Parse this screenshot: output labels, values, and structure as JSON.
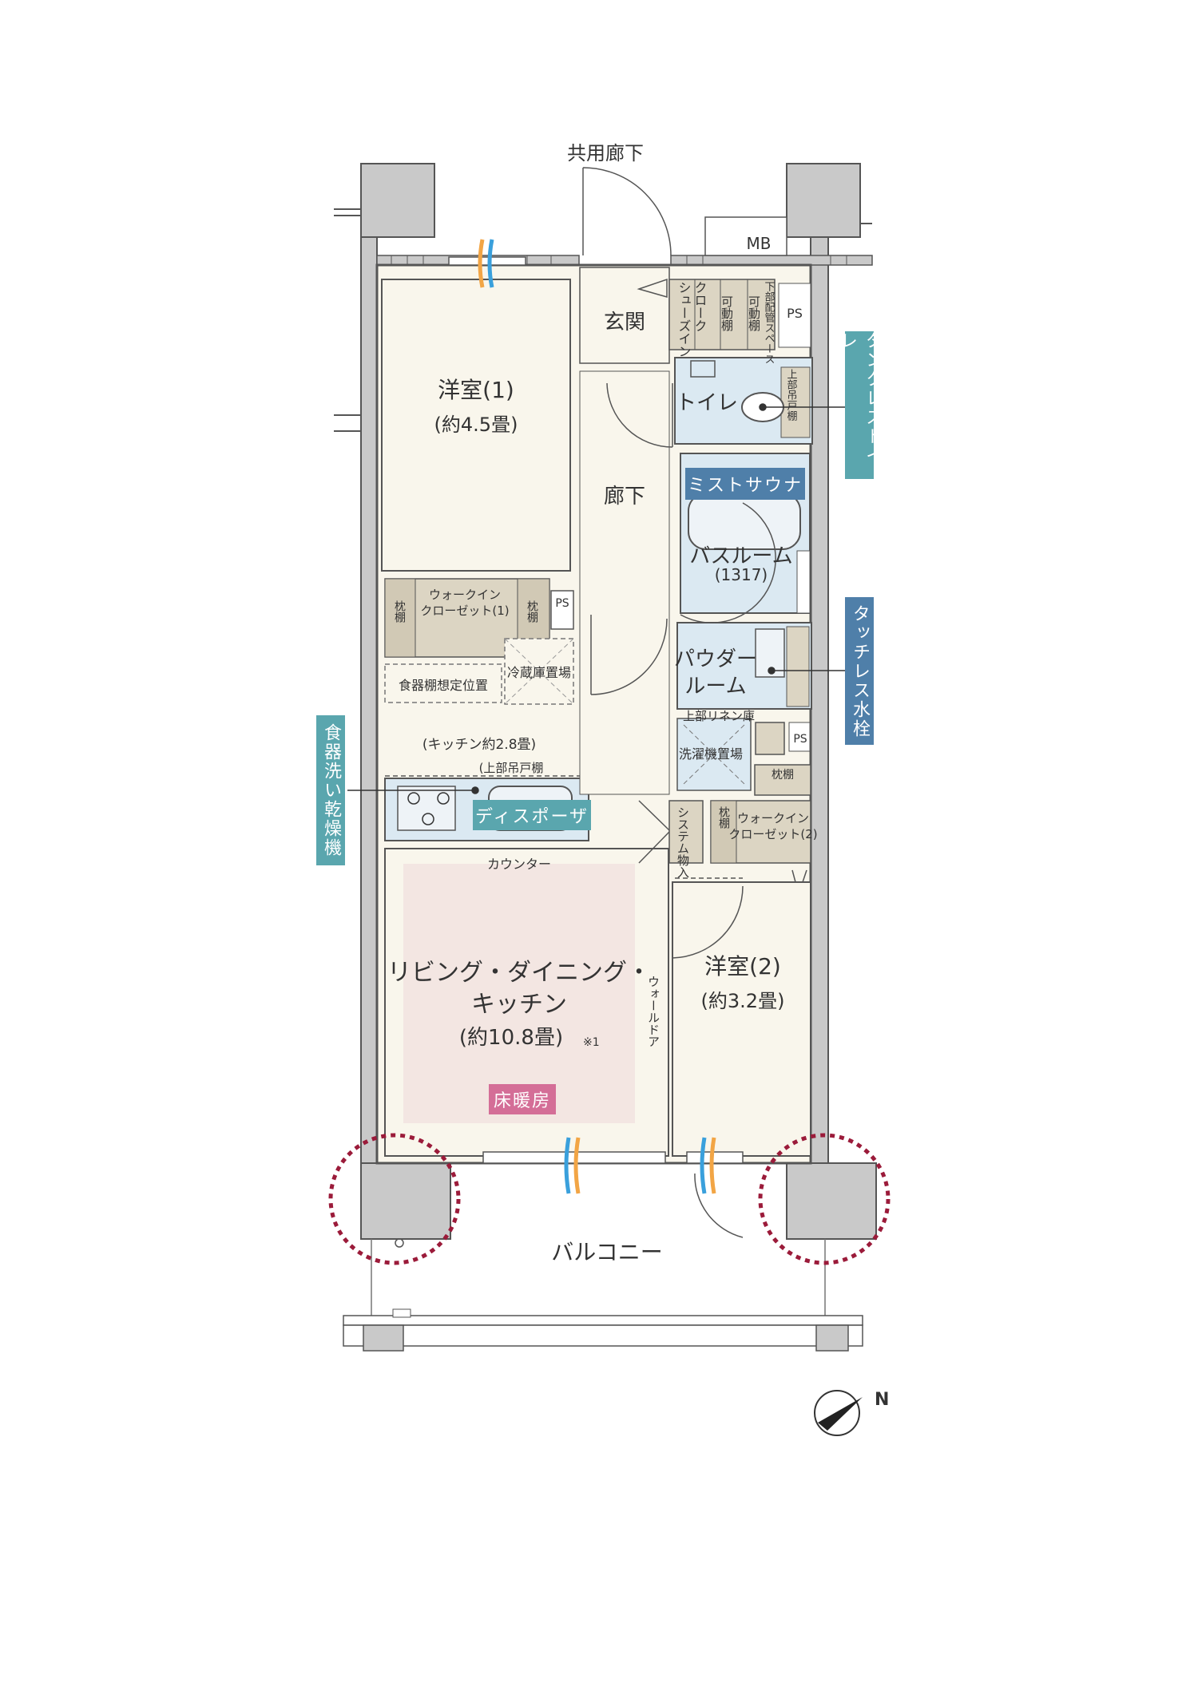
{
  "labels": {
    "corridor": "共用廊下",
    "mb": "MB",
    "entrance": "玄関",
    "shoe_in": "シューズイン",
    "cloak": "クローク",
    "movable1": "可動棚",
    "movable2": "可動棚",
    "under_pipe": "下部配管スペース",
    "ps": "PS",
    "room1": "洋室(1)",
    "room1_size": "(約4.5畳)",
    "hallway": "廊下",
    "toilet": "トイレ",
    "upper_cabinet_toilet": "上部吊戸棚",
    "mist_sauna": "ミストサウナ",
    "bathroom": "バスルーム",
    "bathroom_size": "(1317)",
    "wic1": "ウォークイン",
    "wic1_b": "クローゼット(1)",
    "pillow1": "枕棚",
    "pillow2": "枕棚",
    "powder": "パウダー",
    "powder_b": "ルーム",
    "dish_shelf": "食器棚想定位置",
    "fridge": "冷蔵庫置場",
    "linen": "上部リネン庫",
    "washer": "洗濯機置場",
    "kitchen_size": "(キッチン約2.8畳)",
    "upper_cabinet": "(上部吊戸棚",
    "disposer": "ディスポーザ",
    "system_storage": "システム物入",
    "pillow3": "枕棚",
    "pillow4": "枕棚",
    "wic2": "ウォークイン",
    "wic2_b": "クローゼット(2)",
    "counter": "カウンター",
    "ldk1": "リビング・ダイニング・",
    "ldk2": "キッチン",
    "ldk_size": "(約10.8畳)",
    "note": "※1",
    "floor_heating": "床暖房",
    "room2": "洋室(2)",
    "room2_size": "(約3.2畳)",
    "wall_door": "ウォールドア",
    "balcony": "バルコニー",
    "ps2": "PS",
    "ps3": "PS",
    "north": "N"
  },
  "callouts": {
    "tankless": "タンクレストイレ",
    "touchless": "タッチレス水栓",
    "dishwasher": "食器洗い乾燥機"
  },
  "colors": {
    "room_fill": "#f9f6ec",
    "wall": "#555555",
    "pillar": "#c9c9c9",
    "storage": "#dcd5c3",
    "wet_area": "#dbe9f2",
    "ldk_fill": "#f3e6e2",
    "teal": "#5aa6ae",
    "blue": "#4f7fa9",
    "pink": "#d46e97",
    "highlight_circle": "#9b1b3a"
  }
}
